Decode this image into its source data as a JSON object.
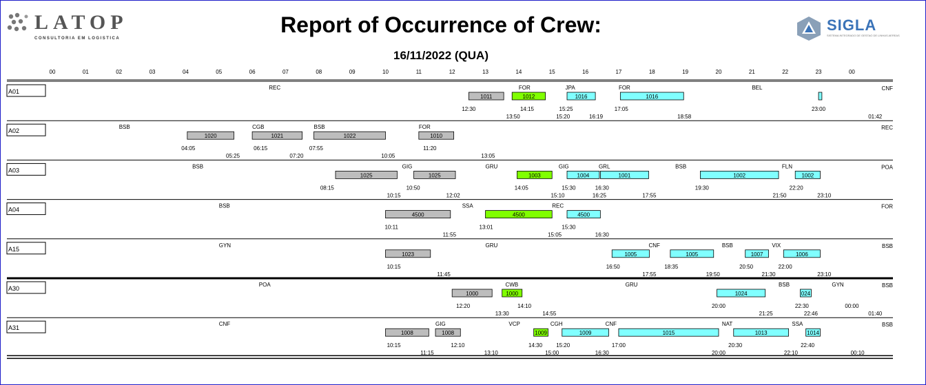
{
  "header": {
    "title": "Report of Occurrence of Crew:",
    "date": "16/11/2022 (QUA)",
    "latop_logo": "LATOP",
    "latop_tagline": "CONSULTORIA EM LOGISTICA",
    "sigla_logo": "SIGLA",
    "sigla_tagline": "SISTEMA INTEGRADO DE GESTAO DE LINHAS AEREAS"
  },
  "colors": {
    "gray": "#bdbdbd",
    "green": "#80ff00",
    "cyan": "#80ffff",
    "frame": "#1c1cc8"
  },
  "hours": [
    "00",
    "01",
    "02",
    "03",
    "04",
    "05",
    "06",
    "07",
    "08",
    "09",
    "10",
    "11",
    "12",
    "13",
    "14",
    "15",
    "16",
    "17",
    "18",
    "19",
    "20",
    "21",
    "22",
    "23",
    "00"
  ],
  "rows": [
    {
      "code": "A01",
      "tail": "CNF",
      "bars": [
        {
          "label": "1011",
          "color": "gray",
          "start": 12.5,
          "end": 13.55,
          "code_label": "REC",
          "code_at": 6.5
        },
        {
          "label": "1012",
          "color": "green",
          "start": 13.8,
          "end": 14.8,
          "code_label": "FOR",
          "code_at": 14.0
        },
        {
          "label": "1016",
          "color": "cyan",
          "start": 15.45,
          "end": 16.3,
          "code_label": "JPA",
          "code_at": 15.4
        },
        {
          "label": "1016",
          "color": "cyan",
          "start": 17.05,
          "end": 18.95,
          "code_label": "FOR",
          "code_at": 17.0
        },
        {
          "label": "",
          "color": "cyan",
          "start": 23.0,
          "end": 23.1,
          "code_label": "BEL",
          "code_at": 21.0
        }
      ],
      "times": [
        {
          "t": "12:30",
          "x": 12.5,
          "lvl": 0
        },
        {
          "t": "13:50",
          "x": 13.83,
          "lvl": 1
        },
        {
          "t": "14:15",
          "x": 14.25,
          "lvl": 0
        },
        {
          "t": "15:20",
          "x": 15.33,
          "lvl": 1
        },
        {
          "t": "15:25",
          "x": 15.42,
          "lvl": 0
        },
        {
          "t": "16:19",
          "x": 16.32,
          "lvl": 1
        },
        {
          "t": "17:05",
          "x": 17.08,
          "lvl": 0
        },
        {
          "t": "18:58",
          "x": 18.97,
          "lvl": 1
        },
        {
          "t": "23:00",
          "x": 23.0,
          "lvl": 0
        },
        {
          "t": "01:42",
          "x": 24.7,
          "lvl": 1
        }
      ]
    },
    {
      "code": "A02",
      "tail": "REC",
      "bars": [
        {
          "label": "1020",
          "color": "gray",
          "start": 4.05,
          "end": 5.45,
          "code_label": "BSB",
          "code_at": 2.0
        },
        {
          "label": "1021",
          "color": "gray",
          "start": 6.0,
          "end": 7.5,
          "code_label": "CGB",
          "code_at": 6.0
        },
        {
          "label": "1022",
          "color": "gray",
          "start": 7.85,
          "end": 10.0,
          "code_label": "BSB",
          "code_at": 7.85
        },
        {
          "label": "1010",
          "color": "gray",
          "start": 11.0,
          "end": 12.05,
          "code_label": "FOR",
          "code_at": 11.0
        }
      ],
      "times": [
        {
          "t": "04:05",
          "x": 4.08,
          "lvl": 0
        },
        {
          "t": "05:25",
          "x": 5.42,
          "lvl": 1
        },
        {
          "t": "06:15",
          "x": 6.25,
          "lvl": 0
        },
        {
          "t": "07:20",
          "x": 7.33,
          "lvl": 1
        },
        {
          "t": "07:55",
          "x": 7.92,
          "lvl": 0
        },
        {
          "t": "10:05",
          "x": 10.08,
          "lvl": 1
        },
        {
          "t": "11:20",
          "x": 11.33,
          "lvl": 0
        },
        {
          "t": "13:05",
          "x": 13.08,
          "lvl": 1
        }
      ]
    },
    {
      "code": "A03",
      "tail": "POA",
      "bars": [
        {
          "label": "1025",
          "color": "gray",
          "start": 8.5,
          "end": 10.35,
          "code_label": "BSB",
          "code_at": 4.2
        },
        {
          "label": "1025",
          "color": "gray",
          "start": 10.85,
          "end": 12.1,
          "code_label": "GIG",
          "code_at": 10.5
        },
        {
          "label": "1003",
          "color": "green",
          "start": 13.95,
          "end": 15.0,
          "code_label": "GRU",
          "code_at": 13.0
        },
        {
          "label": "1004",
          "color": "cyan",
          "start": 15.45,
          "end": 16.42,
          "code_label": "GIG",
          "code_at": 15.2
        },
        {
          "label": "1001",
          "color": "cyan",
          "start": 16.45,
          "end": 17.9,
          "code_label": "GRL",
          "code_at": 16.4
        },
        {
          "label": "1002",
          "color": "cyan",
          "start": 19.45,
          "end": 21.8,
          "code_label": "BSB",
          "code_at": 18.7
        },
        {
          "label": "1002",
          "color": "cyan",
          "start": 22.3,
          "end": 23.05,
          "code_label": "FLN",
          "code_at": 21.9
        }
      ],
      "times": [
        {
          "t": "08:15",
          "x": 8.25,
          "lvl": 0
        },
        {
          "t": "10:15",
          "x": 10.25,
          "lvl": 1
        },
        {
          "t": "10:50",
          "x": 10.83,
          "lvl": 0
        },
        {
          "t": "12:02",
          "x": 12.03,
          "lvl": 1
        },
        {
          "t": "14:05",
          "x": 14.08,
          "lvl": 0
        },
        {
          "t": "15:10",
          "x": 15.17,
          "lvl": 1
        },
        {
          "t": "15:30",
          "x": 15.5,
          "lvl": 0
        },
        {
          "t": "16:25",
          "x": 16.42,
          "lvl": 1
        },
        {
          "t": "16:30",
          "x": 16.5,
          "lvl": 0
        },
        {
          "t": "17:55",
          "x": 17.92,
          "lvl": 1
        },
        {
          "t": "19:30",
          "x": 19.5,
          "lvl": 0
        },
        {
          "t": "21:50",
          "x": 21.83,
          "lvl": 1
        },
        {
          "t": "22:20",
          "x": 22.33,
          "lvl": 0
        },
        {
          "t": "23:10",
          "x": 23.17,
          "lvl": 1
        }
      ]
    },
    {
      "code": "A04",
      "tail": "FOR",
      "bars": [
        {
          "label": "4500",
          "color": "gray",
          "start": 10.0,
          "end": 11.95,
          "code_label": "BSB",
          "code_at": 5.0
        },
        {
          "label": "4500",
          "color": "green",
          "start": 13.0,
          "end": 15.0,
          "code_label": "SSA",
          "code_at": 12.3
        },
        {
          "label": "4500",
          "color": "cyan",
          "start": 15.45,
          "end": 16.45,
          "code_label": "REC",
          "code_at": 15.0
        }
      ],
      "times": [
        {
          "t": "10:11",
          "x": 10.18,
          "lvl": 0
        },
        {
          "t": "11:55",
          "x": 11.92,
          "lvl": 1
        },
        {
          "t": "13:01",
          "x": 13.02,
          "lvl": 0
        },
        {
          "t": "15:05",
          "x": 15.08,
          "lvl": 1
        },
        {
          "t": "15:30",
          "x": 15.5,
          "lvl": 0
        },
        {
          "t": "16:30",
          "x": 16.5,
          "lvl": 1
        }
      ]
    },
    {
      "code": "A15",
      "tail": "BSB",
      "bars": [
        {
          "label": "1023",
          "color": "gray",
          "start": 10.0,
          "end": 11.35,
          "code_label": "GYN",
          "code_at": 5.0
        },
        {
          "label": "1005",
          "color": "cyan",
          "start": 16.8,
          "end": 17.92,
          "code_label": "GRU",
          "code_at": 13.0
        },
        {
          "label": "1005",
          "color": "cyan",
          "start": 18.55,
          "end": 19.85,
          "code_label": "CNF",
          "code_at": 17.9
        },
        {
          "label": "1007",
          "color": "cyan",
          "start": 20.8,
          "end": 21.5,
          "code_label": "BSB",
          "code_at": 20.1
        },
        {
          "label": "1006",
          "color": "cyan",
          "start": 21.95,
          "end": 23.05,
          "code_label": "VIX",
          "code_at": 21.6
        }
      ],
      "times": [
        {
          "t": "10:15",
          "x": 10.25,
          "lvl": 0
        },
        {
          "t": "11:45",
          "x": 11.75,
          "lvl": 1
        },
        {
          "t": "16:50",
          "x": 16.83,
          "lvl": 0
        },
        {
          "t": "17:55",
          "x": 17.92,
          "lvl": 1
        },
        {
          "t": "18:35",
          "x": 18.58,
          "lvl": 0
        },
        {
          "t": "19:50",
          "x": 19.83,
          "lvl": 1
        },
        {
          "t": "20:50",
          "x": 20.83,
          "lvl": 0
        },
        {
          "t": "21:30",
          "x": 21.5,
          "lvl": 1
        },
        {
          "t": "22:00",
          "x": 22.0,
          "lvl": 0
        },
        {
          "t": "23:10",
          "x": 23.17,
          "lvl": 1
        }
      ]
    },
    {
      "code": "A30",
      "tail": "BSB",
      "bars": [
        {
          "label": "1000",
          "color": "gray",
          "start": 12.0,
          "end": 13.2,
          "code_label": "POA",
          "code_at": 6.2
        },
        {
          "label": "1000",
          "color": "green",
          "start": 13.5,
          "end": 14.1,
          "code_label": "CWB",
          "code_at": 13.6
        },
        {
          "label": "1024",
          "color": "cyan",
          "start": 19.95,
          "end": 21.4,
          "code_label": "GRU",
          "code_at": 17.2
        },
        {
          "label": "024",
          "color": "cyan",
          "start": 22.45,
          "end": 22.78,
          "code_label": "BSB",
          "code_at": 21.8
        },
        {
          "label": "",
          "color": "none",
          "start": 23.2,
          "end": 23.2,
          "code_label": "GYN",
          "code_at": 23.4
        }
      ],
      "times": [
        {
          "t": "12:20",
          "x": 12.33,
          "lvl": 0
        },
        {
          "t": "13:30",
          "x": 13.5,
          "lvl": 1
        },
        {
          "t": "14:10",
          "x": 14.17,
          "lvl": 0
        },
        {
          "t": "14:55",
          "x": 14.92,
          "lvl": 1
        },
        {
          "t": "20:00",
          "x": 20.0,
          "lvl": 0
        },
        {
          "t": "21:25",
          "x": 21.42,
          "lvl": 1
        },
        {
          "t": "22:30",
          "x": 22.5,
          "lvl": 0
        },
        {
          "t": "22:46",
          "x": 22.77,
          "lvl": 1
        },
        {
          "t": "00:00",
          "x": 24.0,
          "lvl": 0
        },
        {
          "t": "01:40",
          "x": 24.7,
          "lvl": 1
        }
      ]
    },
    {
      "code": "A31",
      "tail": "BSB",
      "bars": [
        {
          "label": "1008",
          "color": "gray",
          "start": 10.0,
          "end": 11.3,
          "code_label": "CNF",
          "code_at": 5.0
        },
        {
          "label": "1008",
          "color": "gray",
          "start": 11.5,
          "end": 12.25,
          "code_label": "GIG",
          "code_at": 11.5
        },
        {
          "label": "1009",
          "color": "green",
          "start": 14.45,
          "end": 14.88,
          "code_label": "VCP",
          "code_at": 13.7
        },
        {
          "label": "1009",
          "color": "cyan",
          "start": 15.3,
          "end": 16.7,
          "code_label": "CGH",
          "code_at": 14.95
        },
        {
          "label": "1015",
          "color": "cyan",
          "start": 17.0,
          "end": 20.0,
          "code_label": "CNF",
          "code_at": 16.6
        },
        {
          "label": "1013",
          "color": "cyan",
          "start": 20.45,
          "end": 22.1,
          "code_label": "NAT",
          "code_at": 20.1
        },
        {
          "label": "1014",
          "color": "cyan",
          "start": 22.62,
          "end": 23.05,
          "code_label": "SSA",
          "code_at": 22.2
        }
      ],
      "times": [
        {
          "t": "10:15",
          "x": 10.25,
          "lvl": 0
        },
        {
          "t": "11:15",
          "x": 11.25,
          "lvl": 1
        },
        {
          "t": "12:10",
          "x": 12.17,
          "lvl": 0
        },
        {
          "t": "13:10",
          "x": 13.17,
          "lvl": 1
        },
        {
          "t": "14:30",
          "x": 14.5,
          "lvl": 0
        },
        {
          "t": "15:00",
          "x": 15.0,
          "lvl": 1
        },
        {
          "t": "15:20",
          "x": 15.33,
          "lvl": 0
        },
        {
          "t": "16:30",
          "x": 16.5,
          "lvl": 1
        },
        {
          "t": "17:00",
          "x": 17.0,
          "lvl": 0
        },
        {
          "t": "20:00",
          "x": 20.0,
          "lvl": 1
        },
        {
          "t": "20:30",
          "x": 20.5,
          "lvl": 0
        },
        {
          "t": "22:10",
          "x": 22.17,
          "lvl": 1
        },
        {
          "t": "22:40",
          "x": 22.67,
          "lvl": 0
        },
        {
          "t": "00:10",
          "x": 24.17,
          "lvl": 1
        }
      ]
    }
  ]
}
